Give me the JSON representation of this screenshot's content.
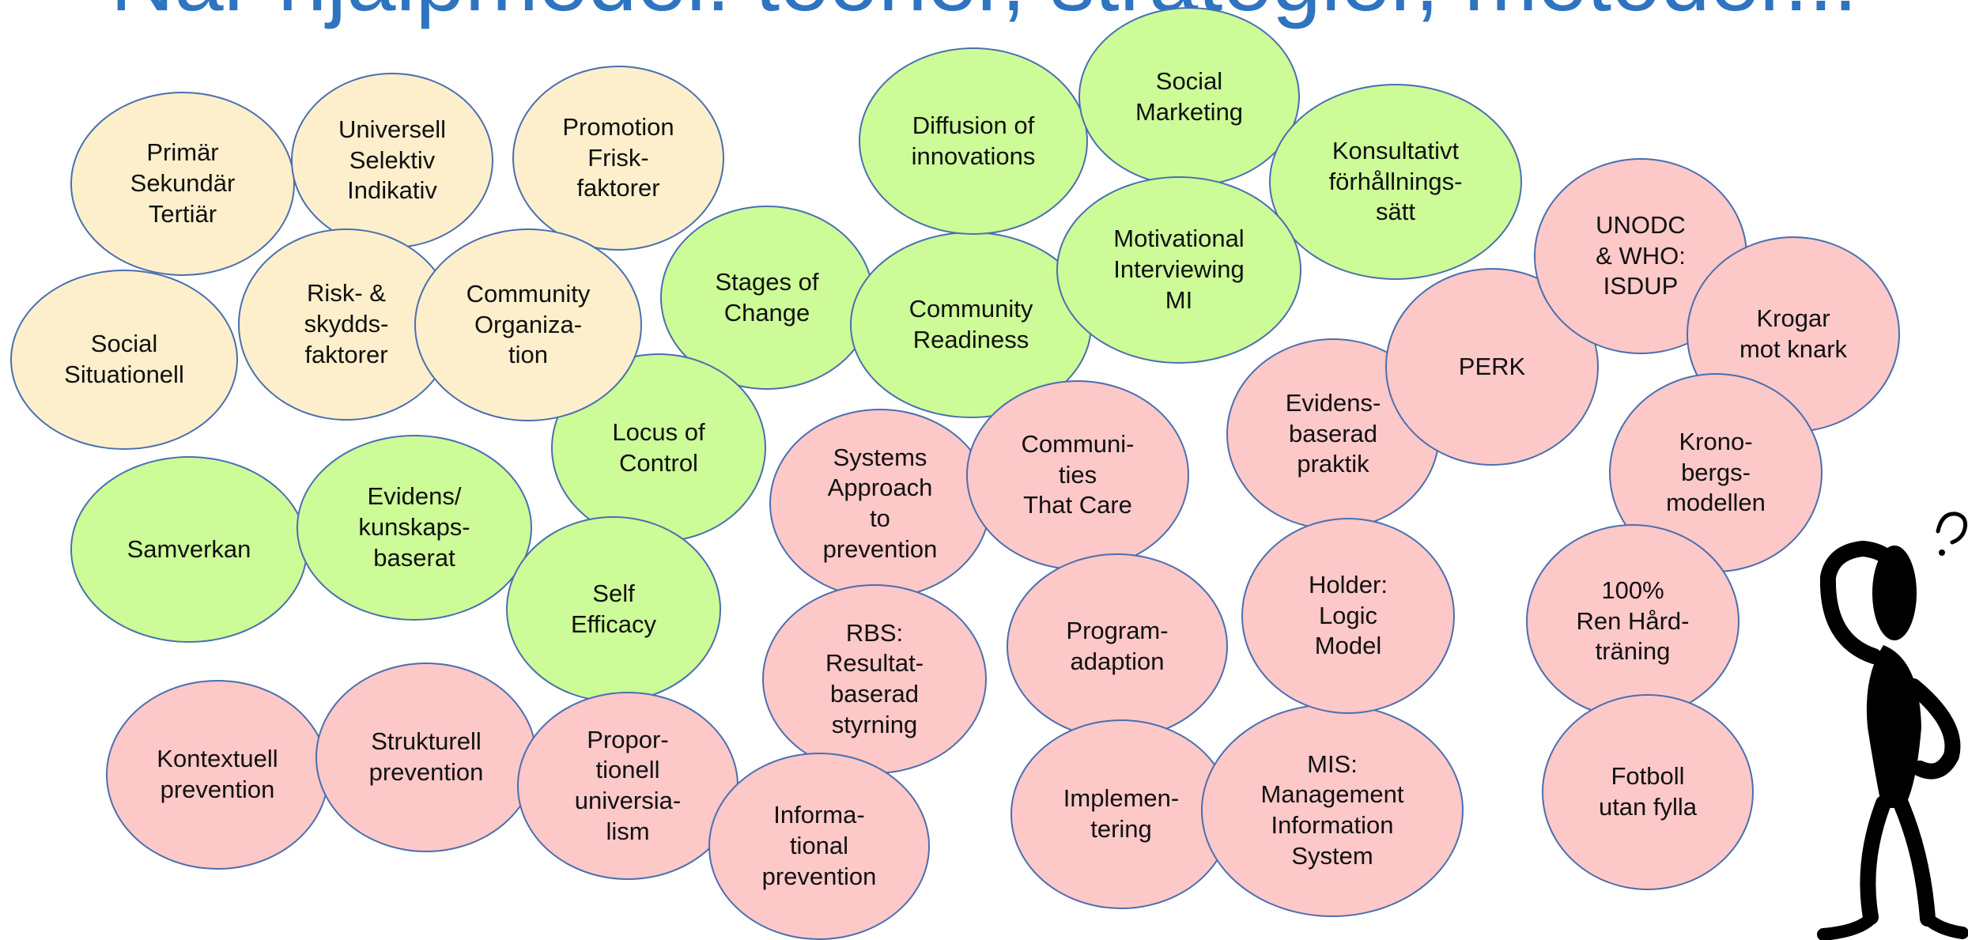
{
  "title": "Nar hjalpmedel: teorier, strategier, metoder...",
  "colors": {
    "beige": "#fdefcc",
    "green": "#ccfb98",
    "pink": "#fdc8c8",
    "border": "#4a6fb0",
    "title": "#2f74c0"
  },
  "bubbles": {
    "primar": "Primär\nSekundär\nTertiär",
    "universell": "Universell\nSelektiv\nIndikativ",
    "promotion": "Promotion\nFrisk-\nfaktorer",
    "diffusion": "Diffusion of\ninnovations",
    "social_marketing": "Social\nMarketing",
    "konsultativt": "Konsultativt\nförhållnings-\nsätt",
    "social_situationell": "Social\nSituationell",
    "risk": "Risk- &\nskydds-\nfaktorer",
    "community_org": "Community\nOrganiza-\ntion",
    "stages": "Stages of\nChange",
    "community_readiness": "Community\nReadiness",
    "motivational": "Motivational\nInterviewing\nMI",
    "unodc": "UNODC\n& WHO:\nISDUP",
    "krogar": "Krogar\nmot knark",
    "perk": "PERK",
    "evidensbaserad": "Evidens-\nbaserad\npraktik",
    "locus": "Locus of\nControl",
    "systems": "Systems\nApproach\nto\nprevention",
    "communities": "Communi-\nties\nThat Care",
    "kronobergs": "Krono-\nbergs-\nmodellen",
    "samverkan": "Samverkan",
    "evidens_kunskap": "Evidens/\nkunskaps-\nbaserat",
    "self_efficacy": "Self\nEfficacy",
    "holder": "Holder:\nLogic\nModel",
    "ren_hard": "100%\nRen Hård-\nträning",
    "rbs": "RBS:\nResultat-\nbaserad\nstyrning",
    "programadaption": "Program-\nadaption",
    "kontextuell": "Kontextuell\nprevention",
    "strukturell": "Strukturell\nprevention",
    "proportionell": "Propor-\ntionell\nuniversia-\nlism",
    "informational": "Informa-\ntional\nprevention",
    "implementering": "Implemen-\ntering",
    "mis": "MIS:\nManagement\nInformation\nSystem",
    "fotboll": "Fotboll\nutan fylla"
  },
  "icons": {
    "thinking_figure": "thinking-person-icon"
  }
}
